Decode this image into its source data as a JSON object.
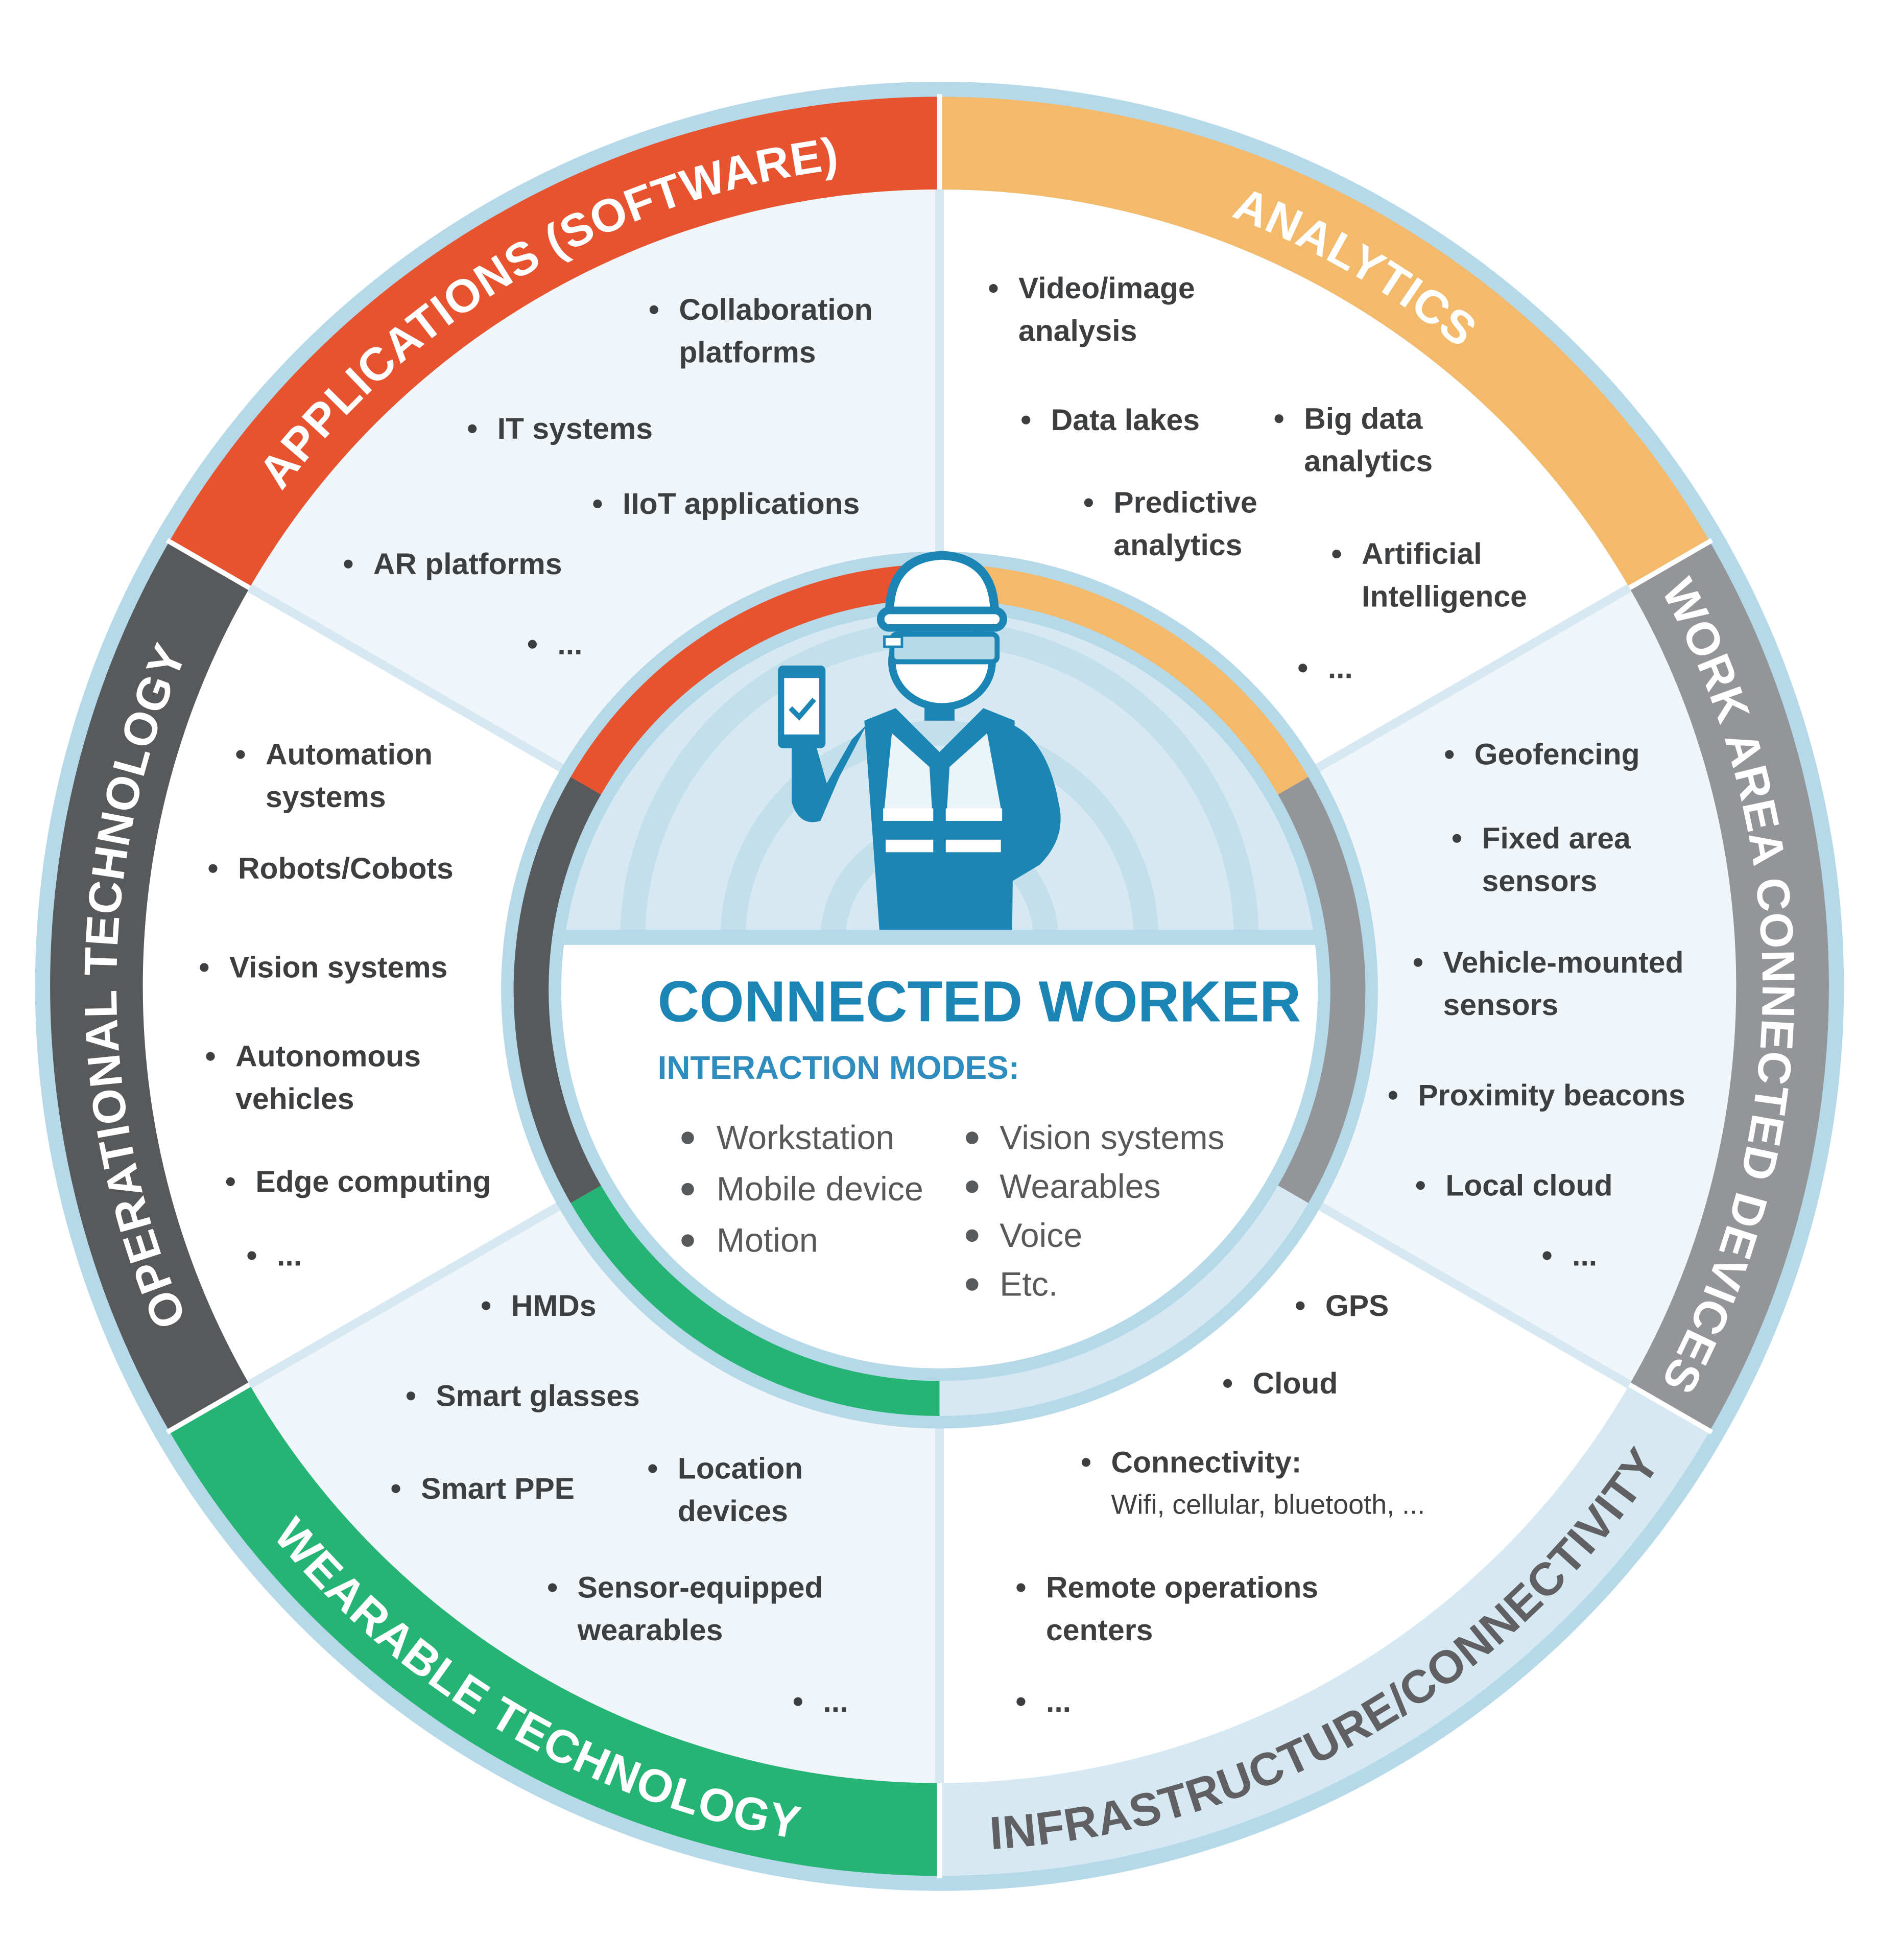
{
  "center": {
    "title": "CONNECTED WORKER",
    "subtitle": "INTERACTION MODES:",
    "modes_left": [
      "Workstation",
      "Mobile device",
      "Motion"
    ],
    "modes_right": [
      "Vision systems",
      "Wearables",
      "Voice",
      "Etc."
    ]
  },
  "segments": [
    {
      "label": "APPLICATIONS (SOFTWARE)",
      "color": "#E8532F",
      "label_color": "#FFFFFF",
      "items": [
        {
          "lines": [
            "Collaboration",
            "platforms"
          ]
        },
        {
          "lines": [
            "IT systems"
          ]
        },
        {
          "lines": [
            "IIoT applications"
          ]
        },
        {
          "lines": [
            "AR platforms"
          ]
        },
        {
          "lines": [
            "..."
          ]
        }
      ]
    },
    {
      "label": "ANALYTICS",
      "color": "#F2BA6A",
      "label_color": "#FFFFFF",
      "items": [
        {
          "lines": [
            "Video/image",
            "analysis"
          ]
        },
        {
          "lines": [
            "Data lakes"
          ]
        },
        {
          "lines": [
            "Big data",
            "analytics"
          ]
        },
        {
          "lines": [
            "Predictive",
            "analytics"
          ]
        },
        {
          "lines": [
            "Artificial",
            "Intelligence"
          ]
        },
        {
          "lines": [
            "..."
          ]
        }
      ]
    },
    {
      "label": "WORK AREA CONNECTED DEVICES",
      "color": "#939598",
      "label_color": "#FFFFFF",
      "items": [
        {
          "lines": [
            "Geofencing"
          ]
        },
        {
          "lines": [
            "Fixed area",
            "sensors"
          ]
        },
        {
          "lines": [
            "Vehicle-mounted",
            "sensors"
          ]
        },
        {
          "lines": [
            "Proximity beacons"
          ]
        },
        {
          "lines": [
            "Local cloud"
          ]
        },
        {
          "lines": [
            "..."
          ]
        }
      ]
    },
    {
      "label": "INFRASTRUCTURE/CONNECTIVITY",
      "color": "#D6E9F3",
      "label_color": "#606062",
      "items": [
        {
          "lines": [
            "GPS"
          ]
        },
        {
          "lines": [
            "Cloud"
          ]
        },
        {
          "lines": [
            "Connectivity:"
          ],
          "sub": "Wifi, cellular, bluetooth, ..."
        },
        {
          "lines": [
            "Remote operations",
            "centers"
          ]
        },
        {
          "lines": [
            "..."
          ]
        }
      ]
    },
    {
      "label": "WEARABLE TECHNOLOGY",
      "color": "#25B473",
      "label_color": "#FFFFFF",
      "items": [
        {
          "lines": [
            "HMDs"
          ]
        },
        {
          "lines": [
            "Smart glasses"
          ]
        },
        {
          "lines": [
            "Smart PPE"
          ]
        },
        {
          "lines": [
            "Location",
            "devices"
          ]
        },
        {
          "lines": [
            "Sensor-equipped",
            "wearables"
          ]
        },
        {
          "lines": [
            "..."
          ]
        }
      ]
    },
    {
      "label": "OPERATIONAL TECHNOLOGY",
      "color": "#58595B",
      "label_color": "#FFFFFF",
      "items": [
        {
          "lines": [
            "Automation",
            "systems"
          ]
        },
        {
          "lines": [
            "Robots/Cobots"
          ]
        },
        {
          "lines": [
            "Vision systems"
          ]
        },
        {
          "lines": [
            "Autonomous",
            "vehicles"
          ]
        },
        {
          "lines": [
            "Edge computing"
          ]
        },
        {
          "lines": [
            "..."
          ]
        }
      ]
    }
  ],
  "colors": {
    "ring": "#B5D9E8",
    "panel_light": "#EFF5F8",
    "worker": "#1B86B5"
  }
}
